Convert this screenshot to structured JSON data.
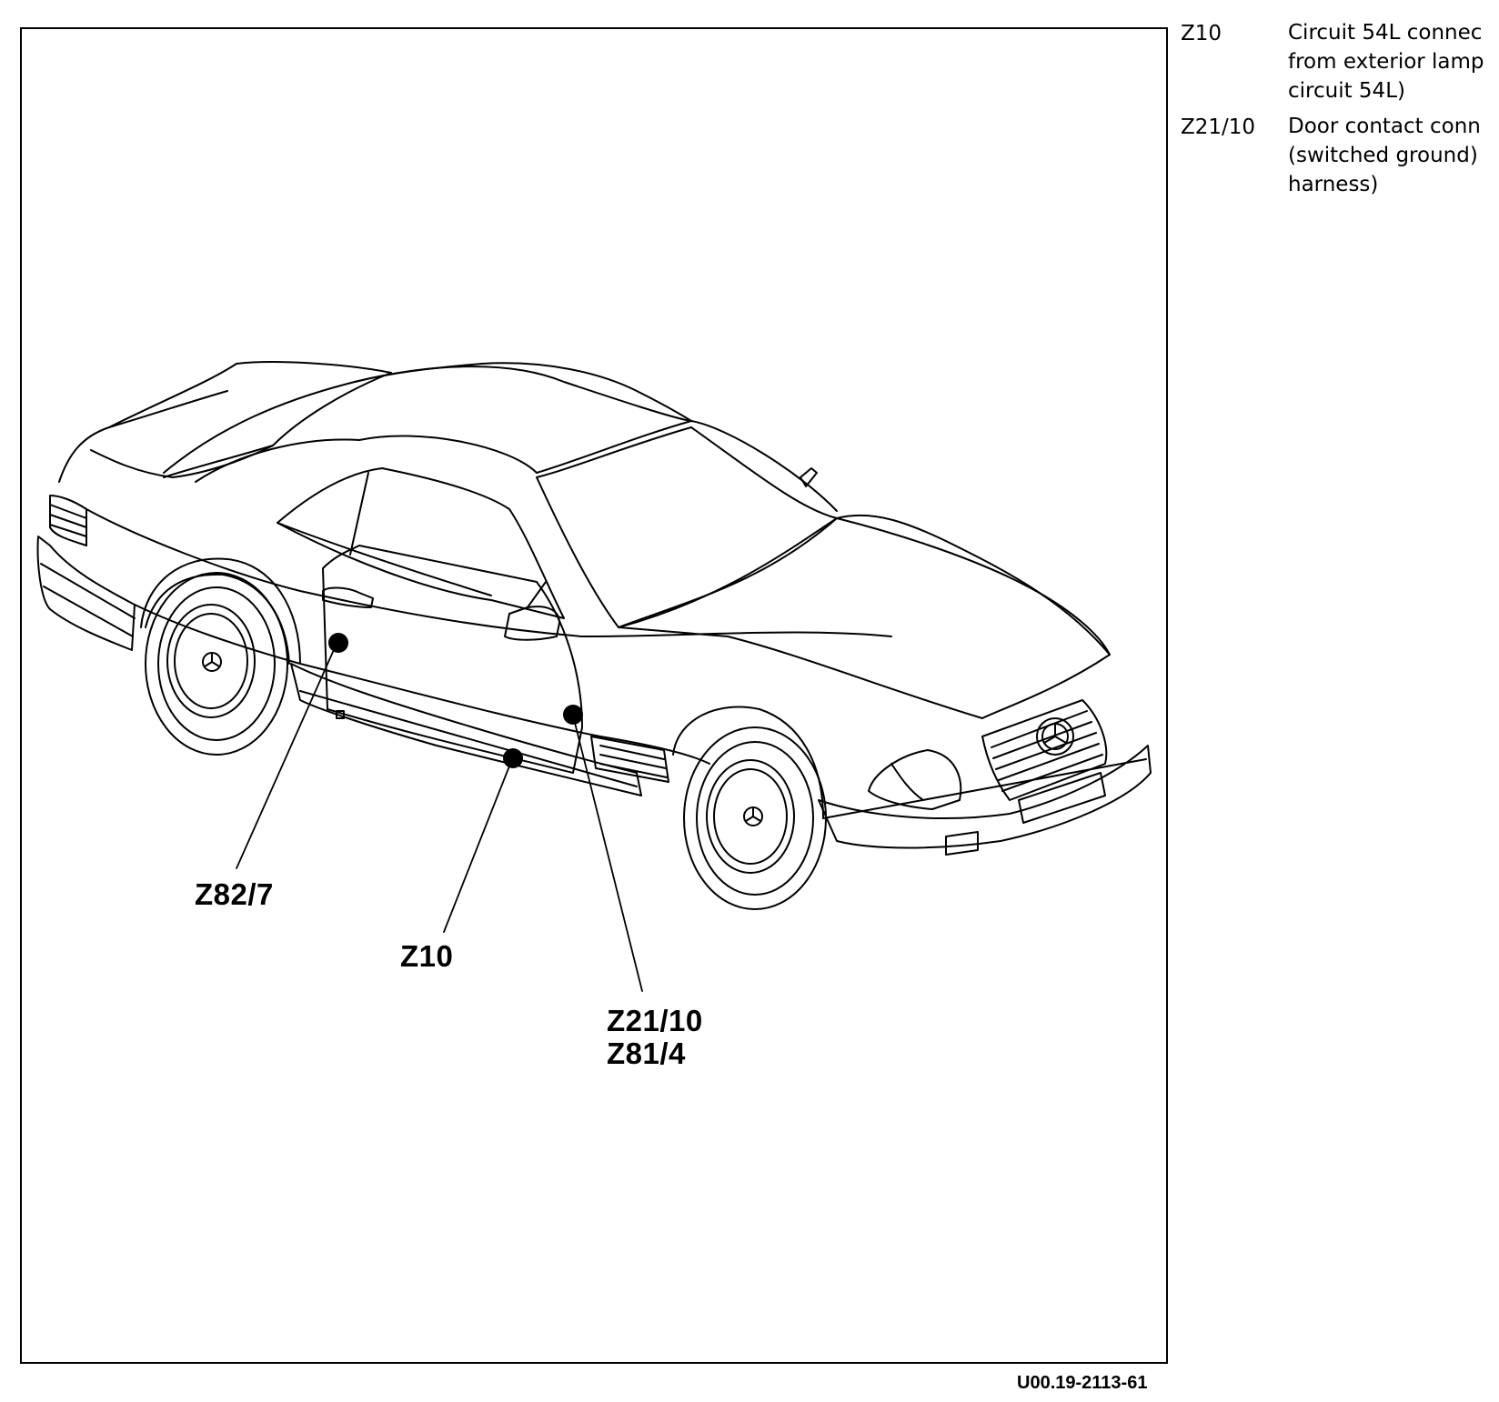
{
  "callouts": {
    "z82_7": "Z82/7",
    "z10": "Z10",
    "z21_10": "Z21/10",
    "z81_4": "Z81/4"
  },
  "legend": [
    {
      "code": "Z10",
      "lines": [
        "Circuit 54L connec",
        "from exterior lamp",
        "circuit 54L)"
      ]
    },
    {
      "code": "Z21/10",
      "lines": [
        "Door contact conn",
        "(switched ground)",
        "harness)"
      ]
    }
  ],
  "figure_id": "U00.19-2113-61"
}
